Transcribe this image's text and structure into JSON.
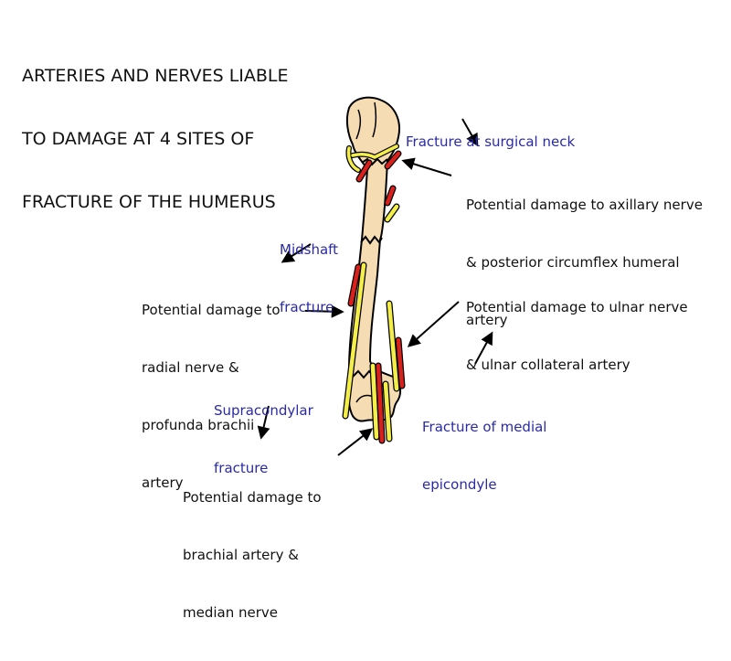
{
  "title": [
    "ARTERIES AND NERVES LIABLE",
    "TO DAMAGE AT 4 SITES OF",
    "FRACTURE OF THE HUMERUS"
  ],
  "labels": {
    "surgical_neck": [
      "Fracture at surgical neck"
    ],
    "axillary": [
      "Potential damage to axillary nerve",
      "& posterior circumflex humeral",
      "artery"
    ],
    "midshaft": [
      "Midshaft",
      "fracture"
    ],
    "radial": [
      "Potential damage to",
      "radial nerve &",
      "profunda brachii",
      "artery"
    ],
    "ulnar": [
      "Potential damage to ulnar nerve",
      "& ulnar collateral artery"
    ],
    "supracondylar": [
      "Supracondylar",
      "fracture"
    ],
    "medial_epicondyle": [
      "Fracture of medial",
      "epicondyle"
    ],
    "brachial": [
      "Potential damage to",
      "brachial artery &",
      "median nerve"
    ]
  },
  "colors": {
    "bone": "#f6dcb2",
    "nerve": "#f3ee4a",
    "artery": "#d8201c",
    "label_blue": "#2a2aa8",
    "text": "#111111"
  }
}
